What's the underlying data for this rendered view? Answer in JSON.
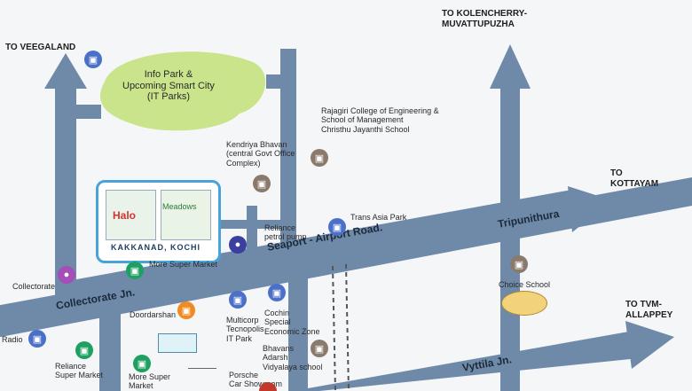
{
  "destinations": {
    "veegaland": "TO VEEGALAND",
    "kolencherry": "TO KOLENCHERRY-\nMUVATTUPUZHA",
    "kottayam": "TO\nKOTTAYAM",
    "tvm": "TO TVM-\nALLAPPEY"
  },
  "roads": {
    "seaport": "Seaport - Airport Road.",
    "collectorate_jn": "Collectorate Jn.",
    "tripunithura": "Tripunithura",
    "vyttila": "Vyttila Jn."
  },
  "areas": {
    "infopark": "Info Park &\nUpcoming Smart City\n(IT Parks)"
  },
  "project": {
    "name": "KAKKANAD, KOCHI",
    "brand1": "Halo",
    "brand2": "Meadows"
  },
  "landmarks": {
    "rajagiri": "Rajagiri College of Engineering &\nSchool of Management\nChristhu Jayanthi School",
    "kendriya": "Kendriya Bhavan\n(central Govt Office\nComplex)",
    "trans_asia": "Trans Asia Park",
    "reliance_petrol": "Reliance\npetrol pump",
    "more_super_market_top": "More Super Market",
    "collectorate": "Collectorate",
    "choice_school": "Choice School",
    "doordarshan": "Doordarshan",
    "multicorp": "Multicorp\nTecnopolis\nIT Park",
    "cochin_sez": "Cochin\nSpecial\nEconomic Zone",
    "bhavans": "Bhavans\nAdarsh\nVidyalaya school",
    "radio": "Radio",
    "reliance_super": "Reliance\nSuper Market",
    "more_super_market_bottom": "More Super\nMarket",
    "porsche": "Porsche\nCar Showroom"
  },
  "colors": {
    "road": "#6f89a9",
    "park": "#c9e48a",
    "project_border": "#4aa3d6"
  }
}
